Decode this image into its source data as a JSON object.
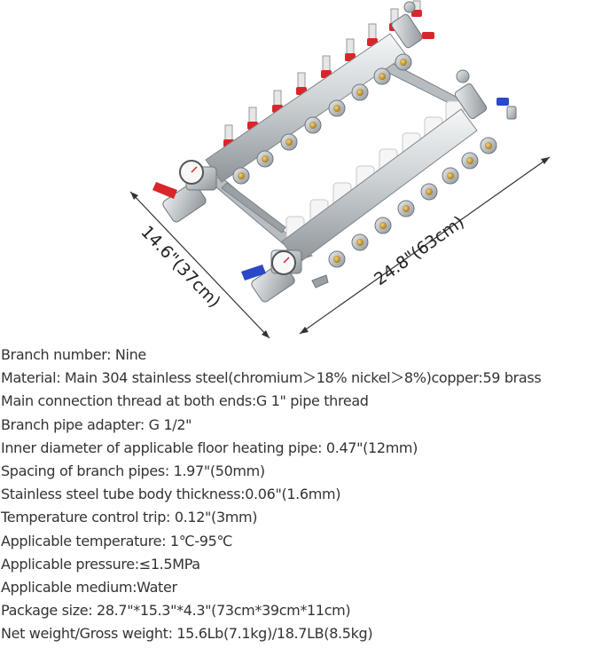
{
  "dimensions": {
    "width_label": "14.6\"(37cm)",
    "length_label": "24.8\"(63cm)"
  },
  "specs": [
    "Branch number: Nine",
    "Material: Main 304 stainless steel(chromium＞18% nickel＞8%)copper:59 brass",
    "Main connection thread at both ends:G 1\" pipe thread",
    "Branch pipe adapter: G 1/2\"",
    "Inner diameter of applicable floor heating pipe: 0.47\"(12mm)",
    "Spacing of branch pipes: 1.97\"(50mm)",
    "Stainless steel tube body thickness:0.06\"(1.6mm)",
    "Temperature control trip: 0.12\"(3mm)",
    "Applicable temperature:  1℃-95℃",
    "Applicable pressure:≤1.5MPa",
    "Applicable medium:Water",
    "Package size:  28.7\"*15.3\"*4.3\"(73cm*39cm*11cm)",
    "Net weight/Gross weight:  15.6Lb(7.1kg)/18.7LB(8.5kg)"
  ],
  "colors": {
    "valve_red": "#d8262a",
    "valve_blue": "#2a49c9",
    "steel": "#cfd3d6",
    "brass": "#c9a23a"
  }
}
